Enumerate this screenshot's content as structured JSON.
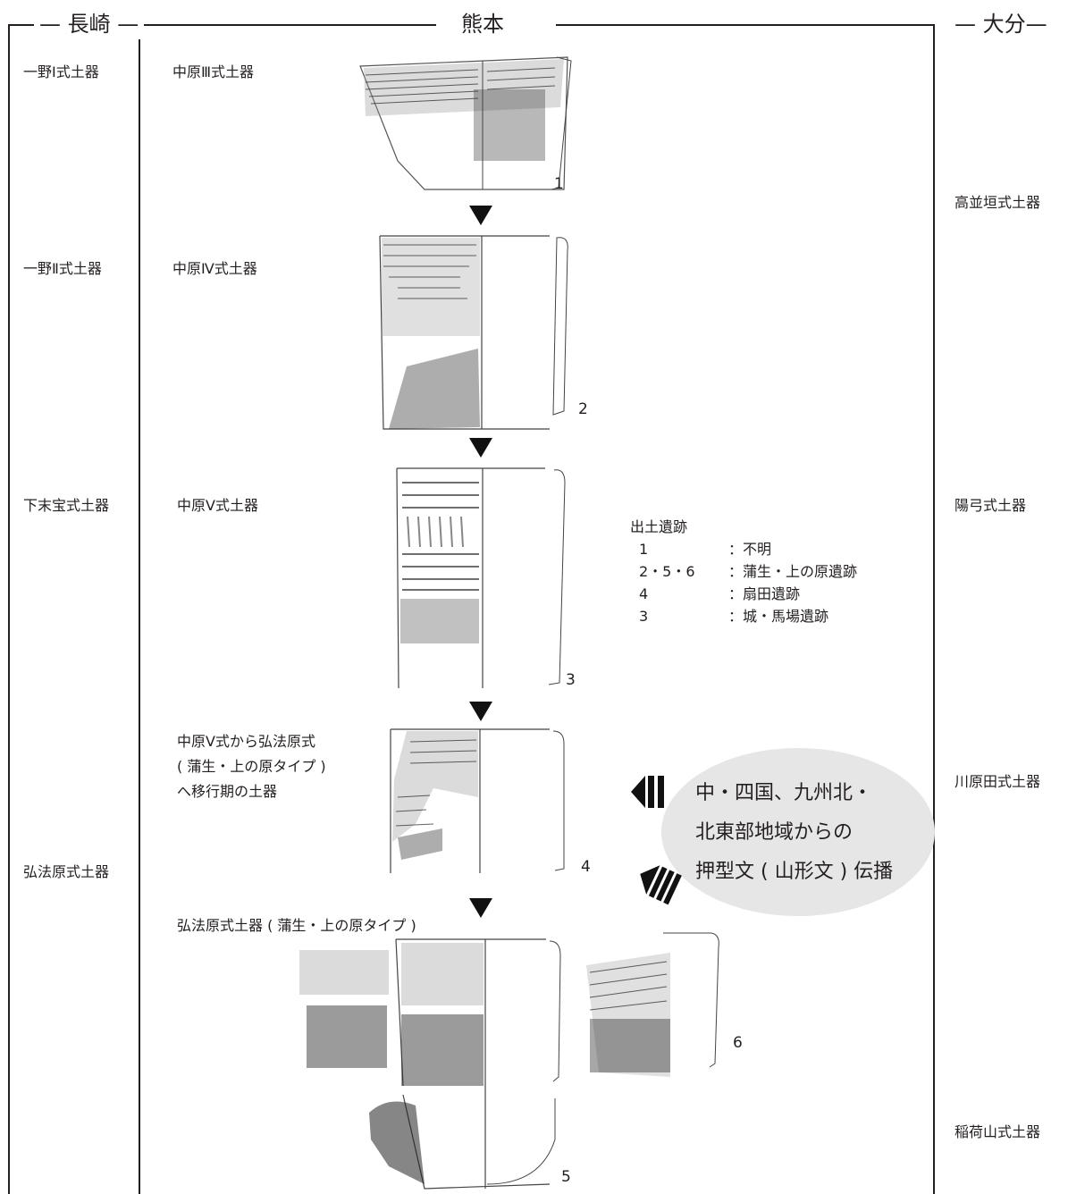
{
  "regions": {
    "nagasaki": "長崎",
    "kumamoto": "熊本",
    "oita": "大分"
  },
  "nagasaki_types": [
    "一野Ⅰ式土器",
    "一野Ⅱ式土器",
    "下末宝式土器",
    "弘法原式土器"
  ],
  "oita_types": [
    "高並垣式土器",
    "陽弓式土器",
    "川原田式土器",
    "稲荷山式土器"
  ],
  "kumamoto": {
    "stage1": "中原Ⅲ式土器",
    "stage2": "中原Ⅳ式土器",
    "stage3": "中原Ⅴ式土器",
    "stage4_lines": [
      "中原Ⅴ式から弘法原式",
      "( 蒲生・上の原タイプ )",
      "へ移行期の土器"
    ],
    "stage5": "弘法原式土器 ( 蒲生・上の原タイプ )"
  },
  "figure_numbers": [
    "1",
    "2",
    "3",
    "4",
    "5",
    "6"
  ],
  "sites": {
    "title": "出土遺跡",
    "rows": [
      {
        "num": "1",
        "site": "：不明"
      },
      {
        "num": "2・5・6",
        "site": "：蒲生・上の原遺跡"
      },
      {
        "num": "4",
        "site": "：扇田遺跡"
      },
      {
        "num": "3",
        "site": "：城・馬場遺跡"
      }
    ]
  },
  "influence": [
    "中・四国、九州北・",
    "北東部地域からの",
    "押型文 ( 山形文 ) 伝播"
  ],
  "colors": {
    "line": "#231f20",
    "bubble": "#e6e6e6",
    "arrow": "#111111"
  }
}
